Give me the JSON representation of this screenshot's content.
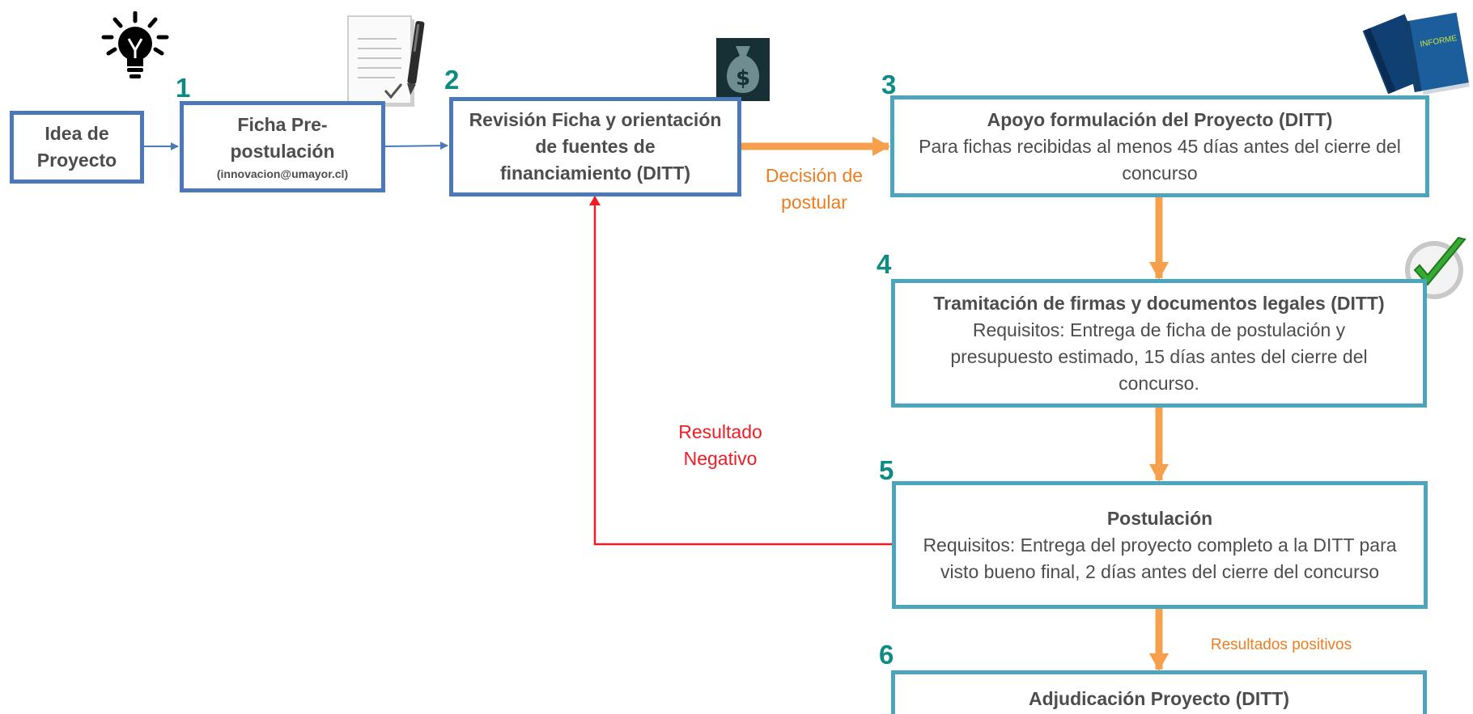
{
  "boxes": {
    "idea": {
      "title": "Idea de Proyecto"
    },
    "ficha": {
      "title": "Ficha Pre-postulación",
      "email": "(innovacion@umayor.cl)"
    },
    "revision": {
      "title": "Revisión Ficha y orientación de fuentes de financiamiento (DITT)"
    },
    "apoyo": {
      "title": "Apoyo formulación del Proyecto (DITT)",
      "body": "Para fichas recibidas al menos 45 días antes del cierre del concurso"
    },
    "tramitacion": {
      "title": "Tramitación de firmas y documentos legales (DITT)",
      "body": "Requisitos: Entrega de ficha de postulación y presupuesto estimado, 15 días antes del cierre del concurso."
    },
    "postulacion": {
      "title": "Postulación",
      "body": "Requisitos: Entrega del proyecto completo a la DITT para visto bueno final, 2 días antes del cierre del concurso"
    },
    "adjudicacion": {
      "title": "Adjudicación Proyecto (DITT)"
    }
  },
  "step_numbers": [
    "1",
    "2",
    "3",
    "4",
    "5",
    "6"
  ],
  "labels": {
    "decision": "Decisión de postular",
    "negativo": "Resultado Negativo",
    "positivos": "Resultados positivos"
  },
  "icons": {
    "informe_text": "INFORME",
    "money": "$"
  },
  "colors": {
    "blue_border": "#4b78b8",
    "teal_border": "#4ba6bd",
    "step_number": "#0e8c84",
    "orange_arrow": "#f6a04d",
    "orange_text": "#ef7d1f",
    "red": "#ee1c24"
  }
}
